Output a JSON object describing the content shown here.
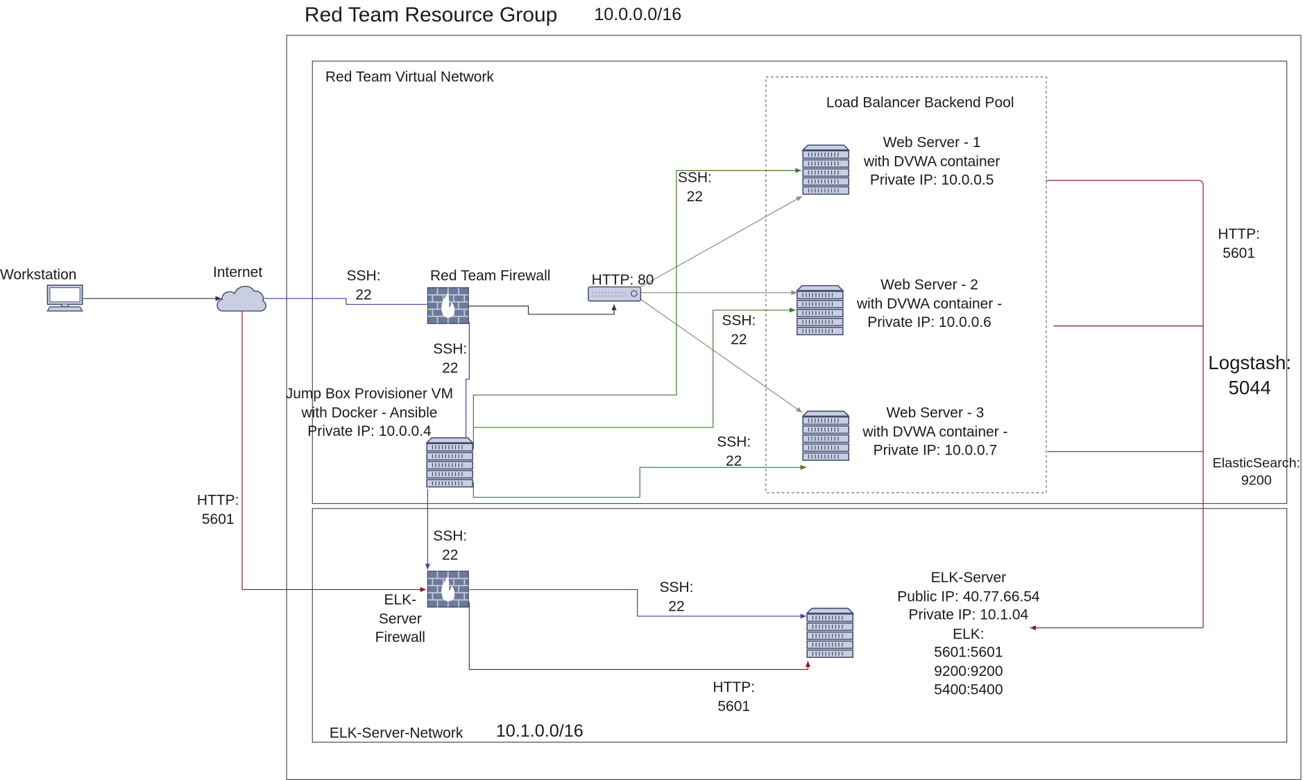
{
  "title": {
    "group": "Red Team Resource Group",
    "cidr": "10.0.0.0/16"
  },
  "network": {
    "red_team_vnet": "Red Team Virtual Network",
    "lb_pool": "Load Balancer Backend Pool",
    "elk_network": "ELK-Server-Network",
    "elk_cidr": "10.1.0.0/16"
  },
  "nodes": {
    "workstation": "Workstation",
    "internet": "Internet",
    "red_fw": "Red Team Firewall",
    "jumpbox": [
      "Jump Box Provisioner VM",
      "with Docker - Ansible",
      "Private IP: 10.0.0.4"
    ],
    "elk_fw": [
      "ELK-",
      "Server",
      "Firewall"
    ],
    "web1": [
      "Web Server - 1",
      "with DVWA container",
      "Private IP: 10.0.0.5"
    ],
    "web2": [
      "Web Server - 2",
      "with DVWA container -",
      "Private IP: 10.0.0.6"
    ],
    "web3": [
      "Web Server - 3",
      "with DVWA container -",
      "Private IP: 10.0.0.7"
    ],
    "elk_server": [
      "ELK-Server",
      "Public IP: 40.77.66.54",
      "Private IP: 10.1.04",
      "ELK:",
      "5601:5601",
      "9200:9200",
      "5400:5400"
    ]
  },
  "edge_labels": {
    "ssh_internet_fw": [
      "SSH:",
      "22"
    ],
    "ssh_fw_jump": [
      "SSH:",
      "22"
    ],
    "http_lb": "HTTP: 80",
    "ssh_web1": [
      "SSH:",
      "22"
    ],
    "ssh_web2": [
      "SSH:",
      "22"
    ],
    "ssh_web3": [
      "SSH:",
      "22"
    ],
    "http_internet_elk": [
      "HTTP:",
      "5601"
    ],
    "ssh_jump_elkfw": [
      "SSH:",
      "22"
    ],
    "ssh_elkfw_elk": [
      "SSH:",
      "22"
    ],
    "http_elkfw_elk": [
      "HTTP:",
      "5601"
    ],
    "http_kibana": [
      "HTTP:",
      "5601"
    ],
    "logstash": [
      "Logstash:",
      "5044"
    ],
    "elasticsearch": [
      "ElasticSearch:",
      "9200"
    ]
  },
  "colors": {
    "box_border": "#4d4d4d",
    "dotted_border": "#666666",
    "purple_link": "#4b3aa6",
    "green_link": "#3d7a2e",
    "red_link": "#8b1a2b",
    "dark_link": "#333333",
    "gray_link": "#8a8a8a",
    "icon_fill": "#c9cfe0",
    "icon_stroke": "#3d4a6b",
    "firewall_fill": "#6e7a99"
  }
}
